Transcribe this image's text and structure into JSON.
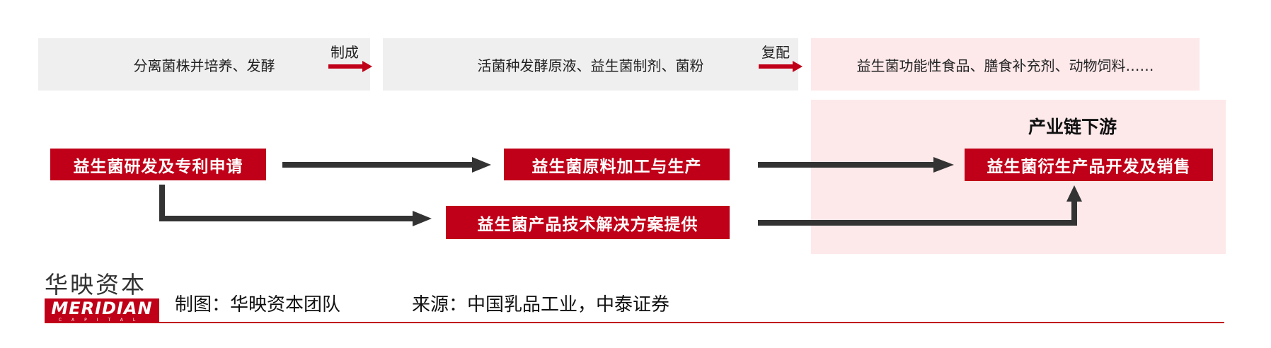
{
  "top_flow": {
    "step1": "分离菌株并培养、发酵",
    "arrow1_label": "制成",
    "step2": "活菌种发酵原液、益生菌制剂、菌粉",
    "arrow2_label": "复配",
    "step3": "益生菌功能性食品、膳食补充剂、动物饲料……"
  },
  "downstream_title": "产业链下游",
  "nodes": {
    "rd": "益生菌研发及专利申请",
    "raw": "益生菌原料加工与生产",
    "solution": "益生菌产品技术解决方案提供",
    "derived": "益生菌衍生产品开发及销售"
  },
  "footer": {
    "logo_cn": "华映资本",
    "logo_en": "MERIDIAN",
    "logo_sub": "CAPITAL",
    "credit": "制图：华映资本团队",
    "source": "来源：中国乳品工业，中泰证券"
  },
  "colors": {
    "red": "#c00018",
    "pink": "#fde8ea",
    "gray": "#efefef",
    "arrow": "#333333"
  }
}
